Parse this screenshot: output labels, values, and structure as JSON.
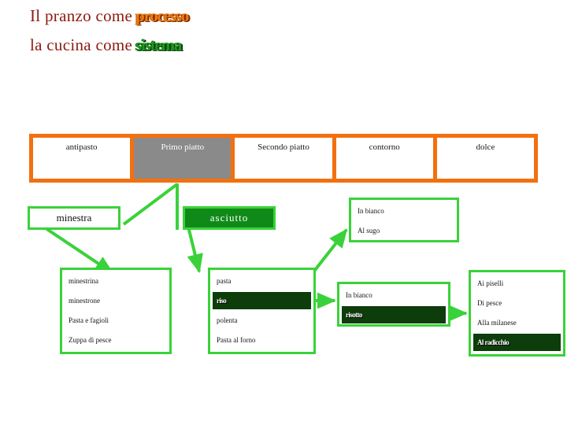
{
  "title": {
    "line1_prefix": "Il pranzo come",
    "line1_highlight": "processo",
    "line2_prefix": "la cucina come",
    "line2_highlight": "sistema",
    "highlight_orange": "#f07c10",
    "highlight_green": "#1f9a20",
    "text_color": "#8c1a10"
  },
  "colors": {
    "band": "#f2700f",
    "band_active_cell": "#8a8a8a",
    "green_border": "#3ad23a",
    "green_fill": "#0f8a18",
    "dark_green_fill": "#0c3d0b"
  },
  "course_band": {
    "cells": [
      {
        "label": "antipasto",
        "active": false
      },
      {
        "label": "Primo piatto",
        "active": true
      },
      {
        "label": "Secondo piatto",
        "active": false
      },
      {
        "label": "contorno",
        "active": false
      },
      {
        "label": "dolce",
        "active": false
      }
    ]
  },
  "nodes": {
    "minestra": {
      "label": "minestra",
      "style": "outline"
    },
    "asciutto": {
      "label": "asciutto",
      "style": "filled"
    }
  },
  "sugo_box": {
    "rows": [
      {
        "label": "In bianco",
        "highlighted": false
      },
      {
        "label": "Al sugo",
        "highlighted": false
      }
    ]
  },
  "columns": {
    "minestra_items": [
      {
        "label": "minestrina",
        "highlighted": false
      },
      {
        "label": "minestrone",
        "highlighted": false
      },
      {
        "label": "Pasta e fagioli",
        "highlighted": false
      },
      {
        "label": "Zuppa di pesce",
        "highlighted": false
      }
    ],
    "asciutto_items": [
      {
        "label": "pasta",
        "highlighted": false
      },
      {
        "label": "riso",
        "highlighted": true
      },
      {
        "label": "polenta",
        "highlighted": false
      },
      {
        "label": "Pasta al forno",
        "highlighted": false
      }
    ],
    "secondo_items": [
      {
        "label": "In bianco",
        "highlighted": false
      },
      {
        "label": "risotto",
        "highlighted": true
      }
    ],
    "contorno_items": [
      {
        "label": "Ai piselli",
        "highlighted": false
      },
      {
        "label": "Di pesce",
        "highlighted": false
      },
      {
        "label": "Alla milanese",
        "highlighted": false
      },
      {
        "label": "Al radicchio",
        "highlighted": true
      }
    ]
  }
}
